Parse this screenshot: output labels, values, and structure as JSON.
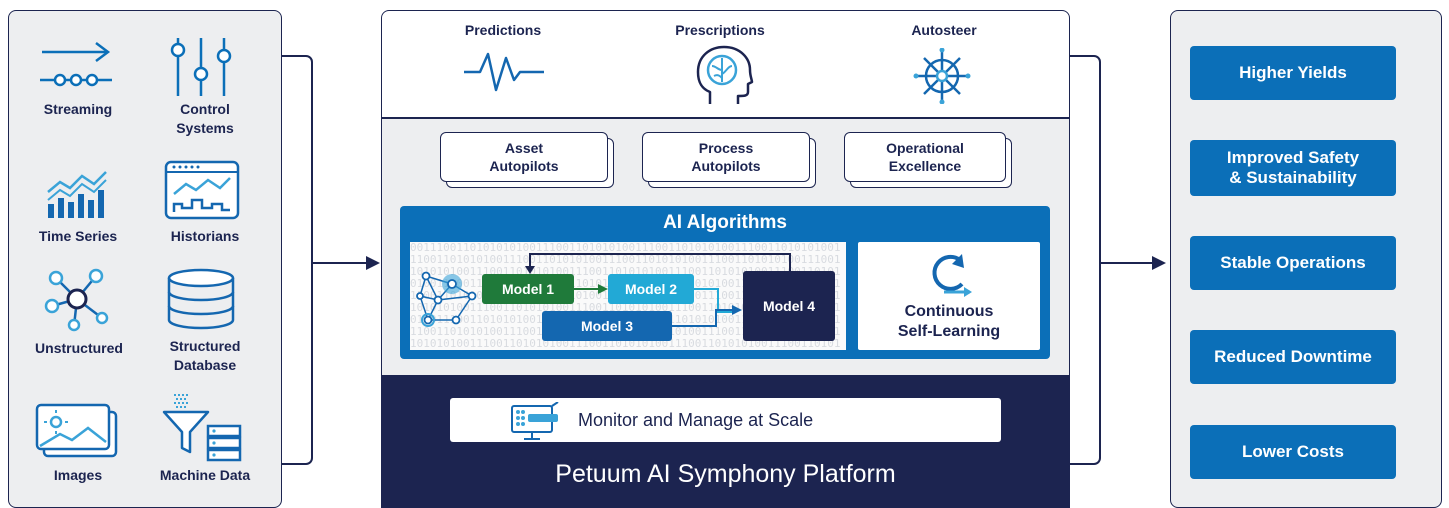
{
  "sources": {
    "streaming": "Streaming",
    "control_systems": "Control\nSystems",
    "time_series": "Time Series",
    "historians": "Historians",
    "unstructured": "Unstructured",
    "structured_database": "Structured\nDatabase",
    "images": "Images",
    "machine_data": "Machine Data"
  },
  "platform": {
    "capabilities": {
      "predictions": "Predictions",
      "prescriptions": "Prescriptions",
      "autosteer": "Autosteer"
    },
    "autopilots": {
      "asset": "Asset\nAutopilots",
      "process": "Process\nAutopilots",
      "operational": "Operational\nExcellence"
    },
    "ai_algorithms": {
      "title": "AI Algorithms",
      "model1": "Model 1",
      "model2": "Model 2",
      "model3": "Model 3",
      "model4": "Model 4",
      "self_learning": "Continuous\nSelf-Learning",
      "binary_text": "00111001101010101001110011010101001110011010101001110011010101001110011010101001110011010101001110011010101001110011010101001110011010101001110011010101001110011010101001110011010101001110011010101001110011010101001110011010101001110011010101001110011010101001110011010101001110011010101001110011010101001110011010101001110011010101001110011010101001110011010101001110011010101001110011010101001110011010101001110011010101001110011010101001110011010101001110011010101001110011010101001110011010101001110011010101001110011010101001110011010101001110011010101001110011010101001110011010101001110011010101001110011010101001110011010101"
    },
    "monitor": "Monitor and Manage at Scale",
    "name": "Petuum AI Symphony Platform"
  },
  "outcomes": [
    "Higher Yields",
    "Improved Safety\n& Sustainability",
    "Stable Operations",
    "Reduced Downtime",
    "Lower Costs"
  ],
  "colors": {
    "navy": "#1c2450",
    "blue": "#0b6fb8",
    "light_blue": "#3aa3d8",
    "model1_green": "#1f7a3a",
    "model2_cyan": "#22a9d6",
    "model3_blue": "#1467b0",
    "model4_navy": "#1c2450",
    "panel_gray": "#edeef0"
  }
}
